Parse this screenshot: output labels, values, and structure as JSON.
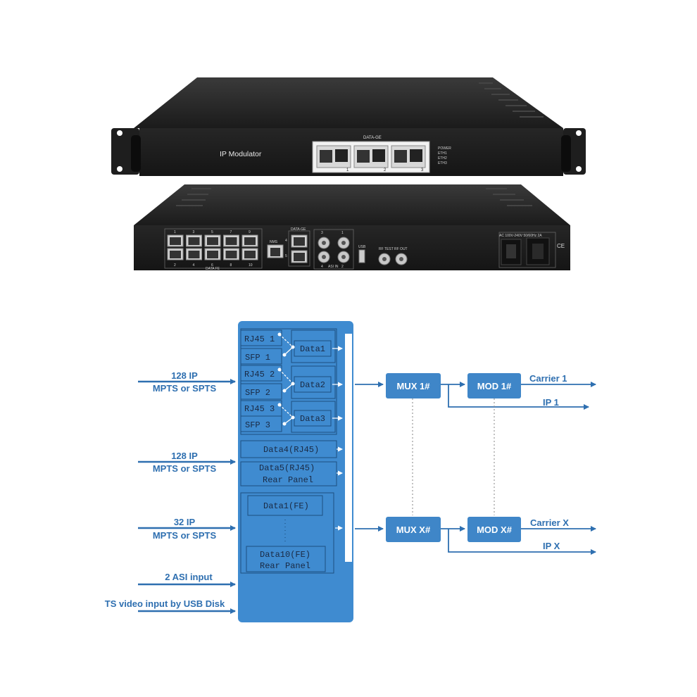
{
  "device": {
    "front_label": "IP Modulator",
    "front_port_group": "DATA-GE",
    "front_port_numbers": [
      "1",
      "2",
      "3"
    ],
    "front_leds": [
      "POWER",
      "ETH1",
      "ETH2",
      "ETH3"
    ],
    "rear_fe_group": "DATA FE",
    "rear_fe_top_numbers": [
      "1",
      "3",
      "5",
      "7",
      "9"
    ],
    "rear_fe_bottom_numbers": [
      "2",
      "4",
      "6",
      "8",
      "10"
    ],
    "rear_nms": "NMS",
    "rear_ge_group": "DATA-GE",
    "rear_ge_numbers": [
      "4",
      "5"
    ],
    "rear_asi_numbers": [
      "3",
      "1",
      "4",
      "2"
    ],
    "rear_asi_label": "ASI IN",
    "rear_usb": "USB",
    "rear_rf_test": "RF TEST",
    "rear_rf_out": "RF OUT",
    "rear_power": "AC 100V-240V 50/60Hz 2A",
    "rear_ce": "CE"
  },
  "diagram": {
    "inputs": [
      {
        "line1": "128 IP",
        "line2": "MPTS or SPTS"
      },
      {
        "line1": "128 IP",
        "line2": "MPTS or SPTS"
      },
      {
        "line1": "32 IP",
        "line2": "MPTS or SPTS"
      },
      {
        "line1": "2 ASI input",
        "line2": ""
      },
      {
        "line1": "TS video input by USB Disk",
        "line2": ""
      }
    ],
    "ports": {
      "rj45_1": "RJ45 1",
      "sfp_1": "SFP 1",
      "rj45_2": "RJ45 2",
      "sfp_2": "SFP 2",
      "rj45_3": "RJ45 3",
      "sfp_3": "SFP 3",
      "data1": "Data1",
      "data2": "Data2",
      "data3": "Data3",
      "data4": "Data4(RJ45)",
      "data5_line1": "Data5(RJ45)",
      "data5_line2": "Rear Panel",
      "fe_first": "Data1(FE)",
      "fe_last_line1": "Data10(FE)",
      "fe_last_line2": "Rear Panel"
    },
    "mux": [
      "MUX 1#",
      "MUX X#"
    ],
    "mod": [
      "MOD 1#",
      "MOD X#"
    ],
    "outputs": {
      "carrier1": "Carrier 1",
      "ip1": "IP 1",
      "carrierX": "Carrier X",
      "ipX": "IP X"
    },
    "colors": {
      "blue": "#3f86c8",
      "panel": "#3f8bd0",
      "line": "#2e6fb0",
      "box_border": "#1d4f80",
      "text_dark": "#1a2a44"
    }
  }
}
